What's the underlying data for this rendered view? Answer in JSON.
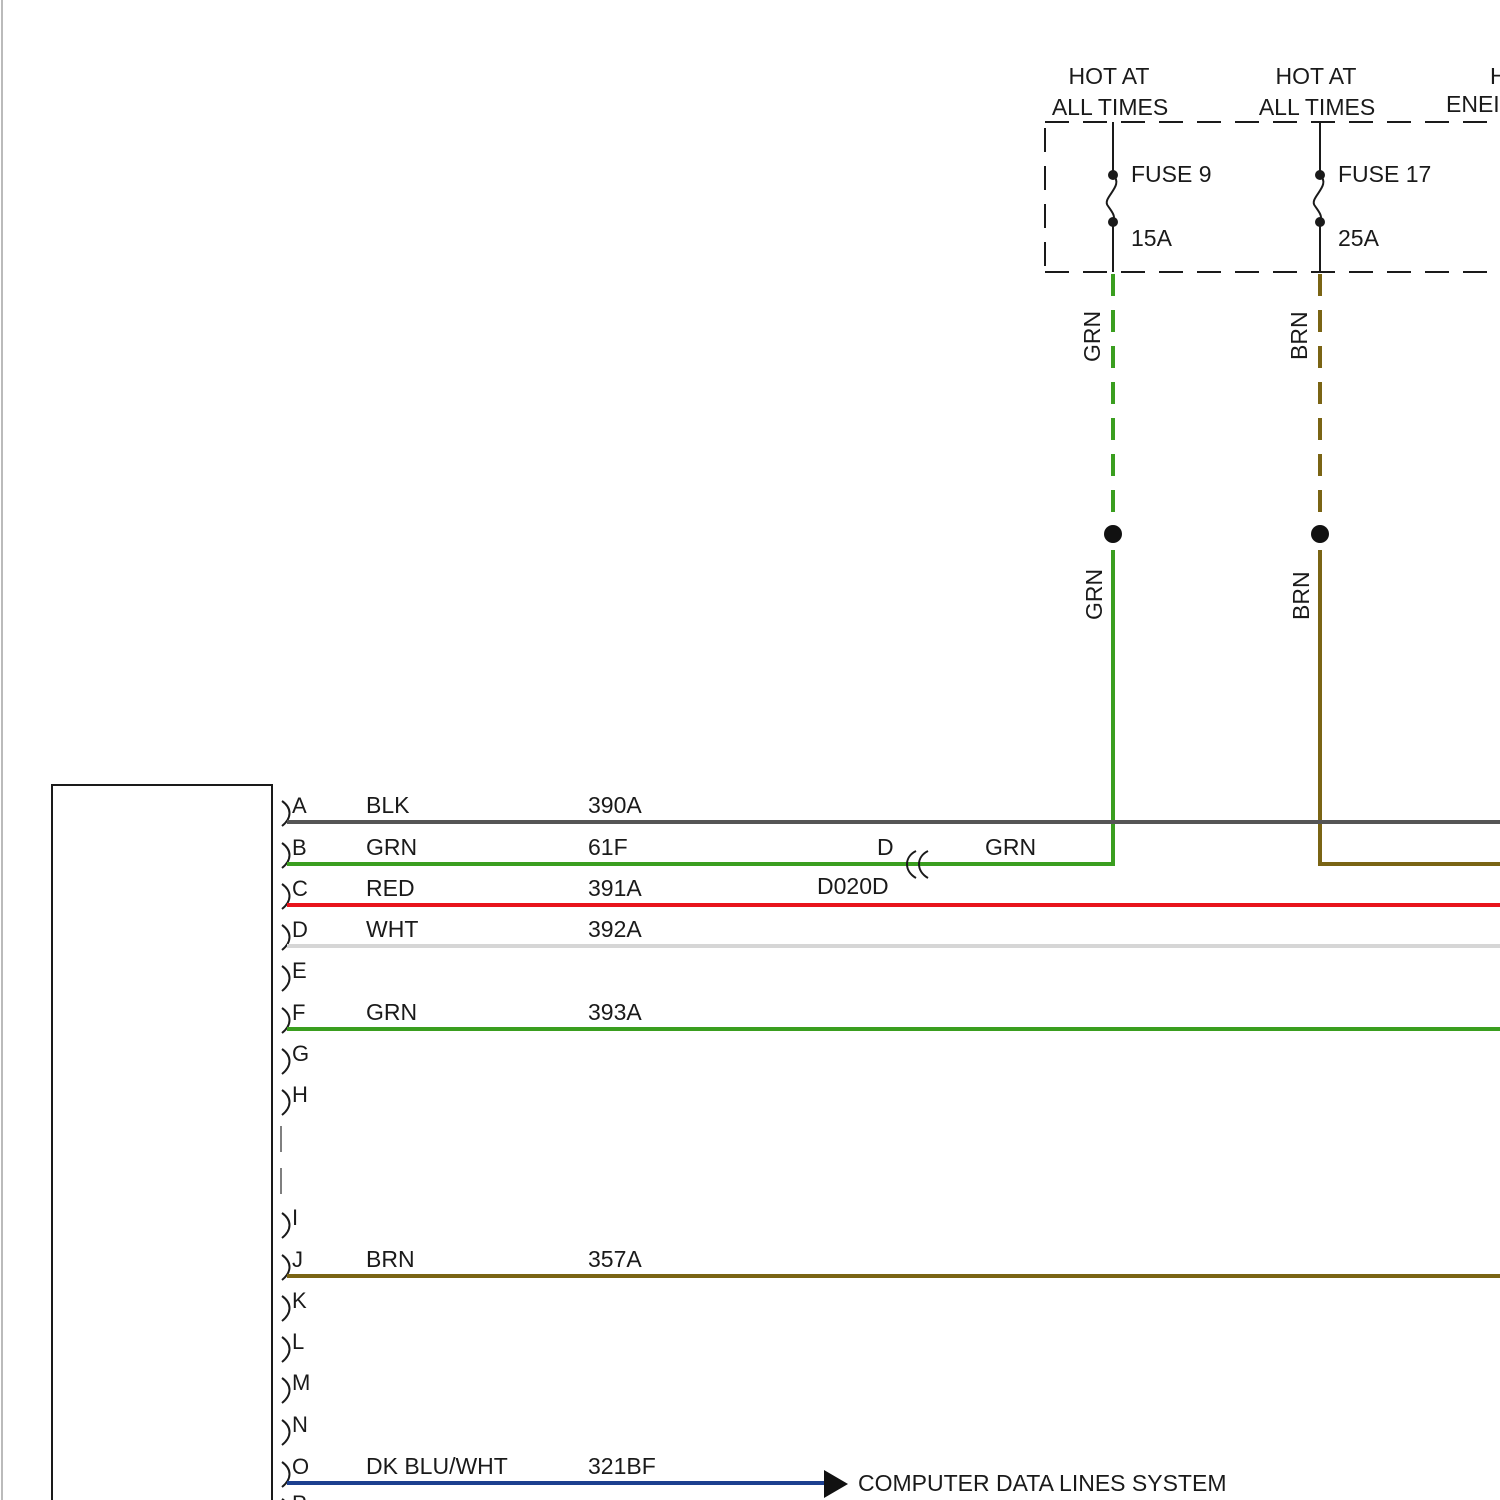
{
  "colors": {
    "BLK": "#555555",
    "GRN": "#3a9e1f",
    "RED": "#e8141c",
    "WHT": "#d6d6d6",
    "BRN": "#7a6414",
    "DK_BLU_WHT": "#1c3f8f",
    "outline": "#1a1a1a"
  },
  "power_sources": [
    {
      "line1": "HOT AT",
      "line2": "ALL TIMES"
    },
    {
      "line1": "HOT AT",
      "line2": "ALL TIMES"
    },
    {
      "line1": "H",
      "line2": "ENEI"
    }
  ],
  "fuses": [
    {
      "name": "FUSE 9",
      "rating": "15A",
      "wire_color_top": "GRN",
      "wire_color_bottom": "GRN"
    },
    {
      "name": "FUSE 17",
      "rating": "25A",
      "wire_color_top": "BRN",
      "wire_color_bottom": "BRN"
    }
  ],
  "connector_pins": [
    {
      "pin": "A",
      "color": "BLK",
      "circuit": "390A",
      "wire": "BLK"
    },
    {
      "pin": "B",
      "color": "GRN",
      "circuit": "61F",
      "wire": "GRN"
    },
    {
      "pin": "C",
      "color": "RED",
      "circuit": "391A",
      "wire": "RED"
    },
    {
      "pin": "D",
      "color": "WHT",
      "circuit": "392A",
      "wire": "WHT"
    },
    {
      "pin": "E",
      "color": "",
      "circuit": "",
      "wire": ""
    },
    {
      "pin": "F",
      "color": "GRN",
      "circuit": "393A",
      "wire": "GRN"
    },
    {
      "pin": "G",
      "color": "",
      "circuit": "",
      "wire": ""
    },
    {
      "pin": "H",
      "color": "",
      "circuit": "",
      "wire": ""
    },
    {
      "pin": "I",
      "color": "",
      "circuit": "",
      "wire": ""
    },
    {
      "pin": "J",
      "color": "BRN",
      "circuit": "357A",
      "wire": "BRN"
    },
    {
      "pin": "K",
      "color": "",
      "circuit": "",
      "wire": ""
    },
    {
      "pin": "L",
      "color": "",
      "circuit": "",
      "wire": ""
    },
    {
      "pin": "M",
      "color": "",
      "circuit": "",
      "wire": ""
    },
    {
      "pin": "N",
      "color": "",
      "circuit": "",
      "wire": ""
    },
    {
      "pin": "O",
      "color": "DK BLU/WHT",
      "circuit": "321BF",
      "wire": "DK_BLU_WHT"
    },
    {
      "pin": "P",
      "color": "",
      "circuit": "",
      "wire": ""
    }
  ],
  "inline_connector": {
    "pin": "D",
    "id": "D020D",
    "wire_color": "GRN"
  },
  "destination": {
    "label": "COMPUTER DATA LINES SYSTEM"
  }
}
